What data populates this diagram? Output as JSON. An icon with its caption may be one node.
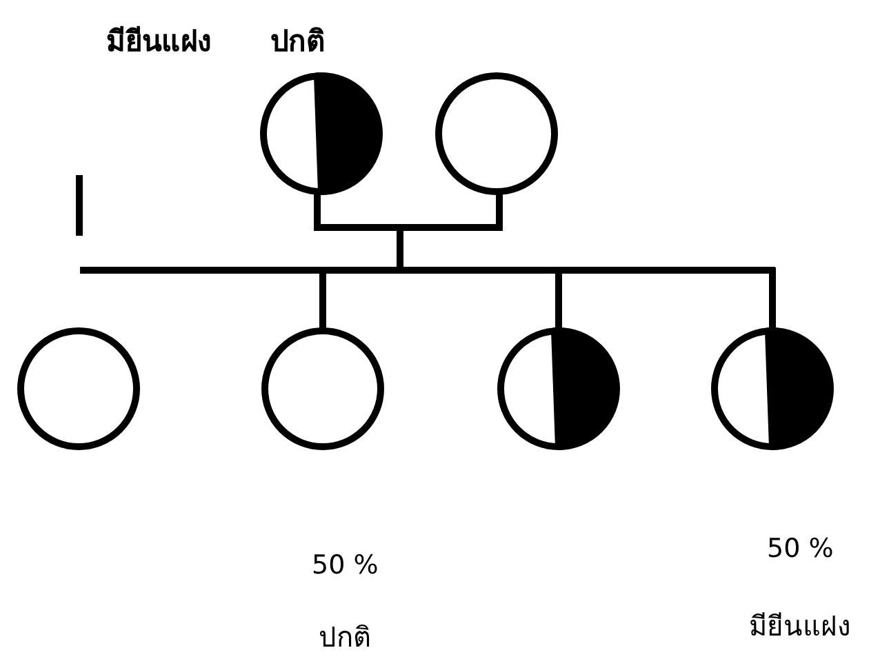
{
  "diagram": {
    "nodes": [
      {
        "text": [],
        "shape": "circle"
      },
      {
        "text": [],
        "shape": "circle"
      },
      {
        "text": [],
        "shape": "circle"
      },
      {
        "text": [],
        "shape": "circle"
      },
      {
        "text": [],
        "shape": "circle"
      },
      {
        "text": [],
        "shape": "circle"
      }
    ],
    "edges": [
      {
        "from": 0,
        "to": 1,
        "arrow": "none"
      },
      {
        "from": 0,
        "to": 3,
        "arrow": "none"
      },
      {
        "from": 0,
        "to": 4,
        "arrow": "none"
      },
      {
        "from": 0,
        "to": 5,
        "arrow": "none"
      },
      {
        "from": 1,
        "to": 3,
        "arrow": "none"
      },
      {
        "from": 1,
        "to": 4,
        "arrow": "none"
      },
      {
        "from": 1,
        "to": 5,
        "arrow": "none"
      }
    ],
    "labels": [
      "มียีนแฝง",
      "ปกติ",
      "50 %",
      "50 %",
      "ปกติ",
      "มียีนแฝง"
    ]
  }
}
